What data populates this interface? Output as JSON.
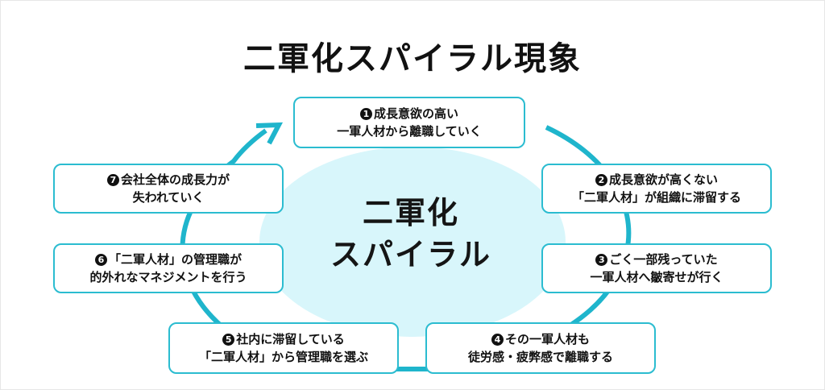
{
  "title": "二軍化スパイラル現象",
  "center": {
    "line1": "二軍化",
    "line2": "スパイラル"
  },
  "colors": {
    "ring": "#1fb5cc",
    "box_border": "#2bbcd0",
    "center_fill": "#d8f6fb",
    "text": "#111111"
  },
  "steps": [
    {
      "num": "1",
      "line1": "成長意欲の高い",
      "line2": "一軍人材から離職していく"
    },
    {
      "num": "2",
      "line1": "成長意欲が高くない",
      "line2": "「二軍人材」が組織に滞留する"
    },
    {
      "num": "3",
      "line1": "ごく一部残っていた",
      "line2": "一軍人材へ皺寄せが行く"
    },
    {
      "num": "4",
      "line1": "その一軍人材も",
      "line2": "徒労感・疲弊感で離職する"
    },
    {
      "num": "5",
      "line1": "社内に滞留している",
      "line2": "「二軍人材」から管理職を選ぶ"
    },
    {
      "num": "6",
      "line1": "「二軍人材」の管理職が",
      "line2": "的外れなマネジメントを行う"
    },
    {
      "num": "7",
      "line1": "会社全体の成長力が",
      "line2": "失われていく"
    }
  ]
}
